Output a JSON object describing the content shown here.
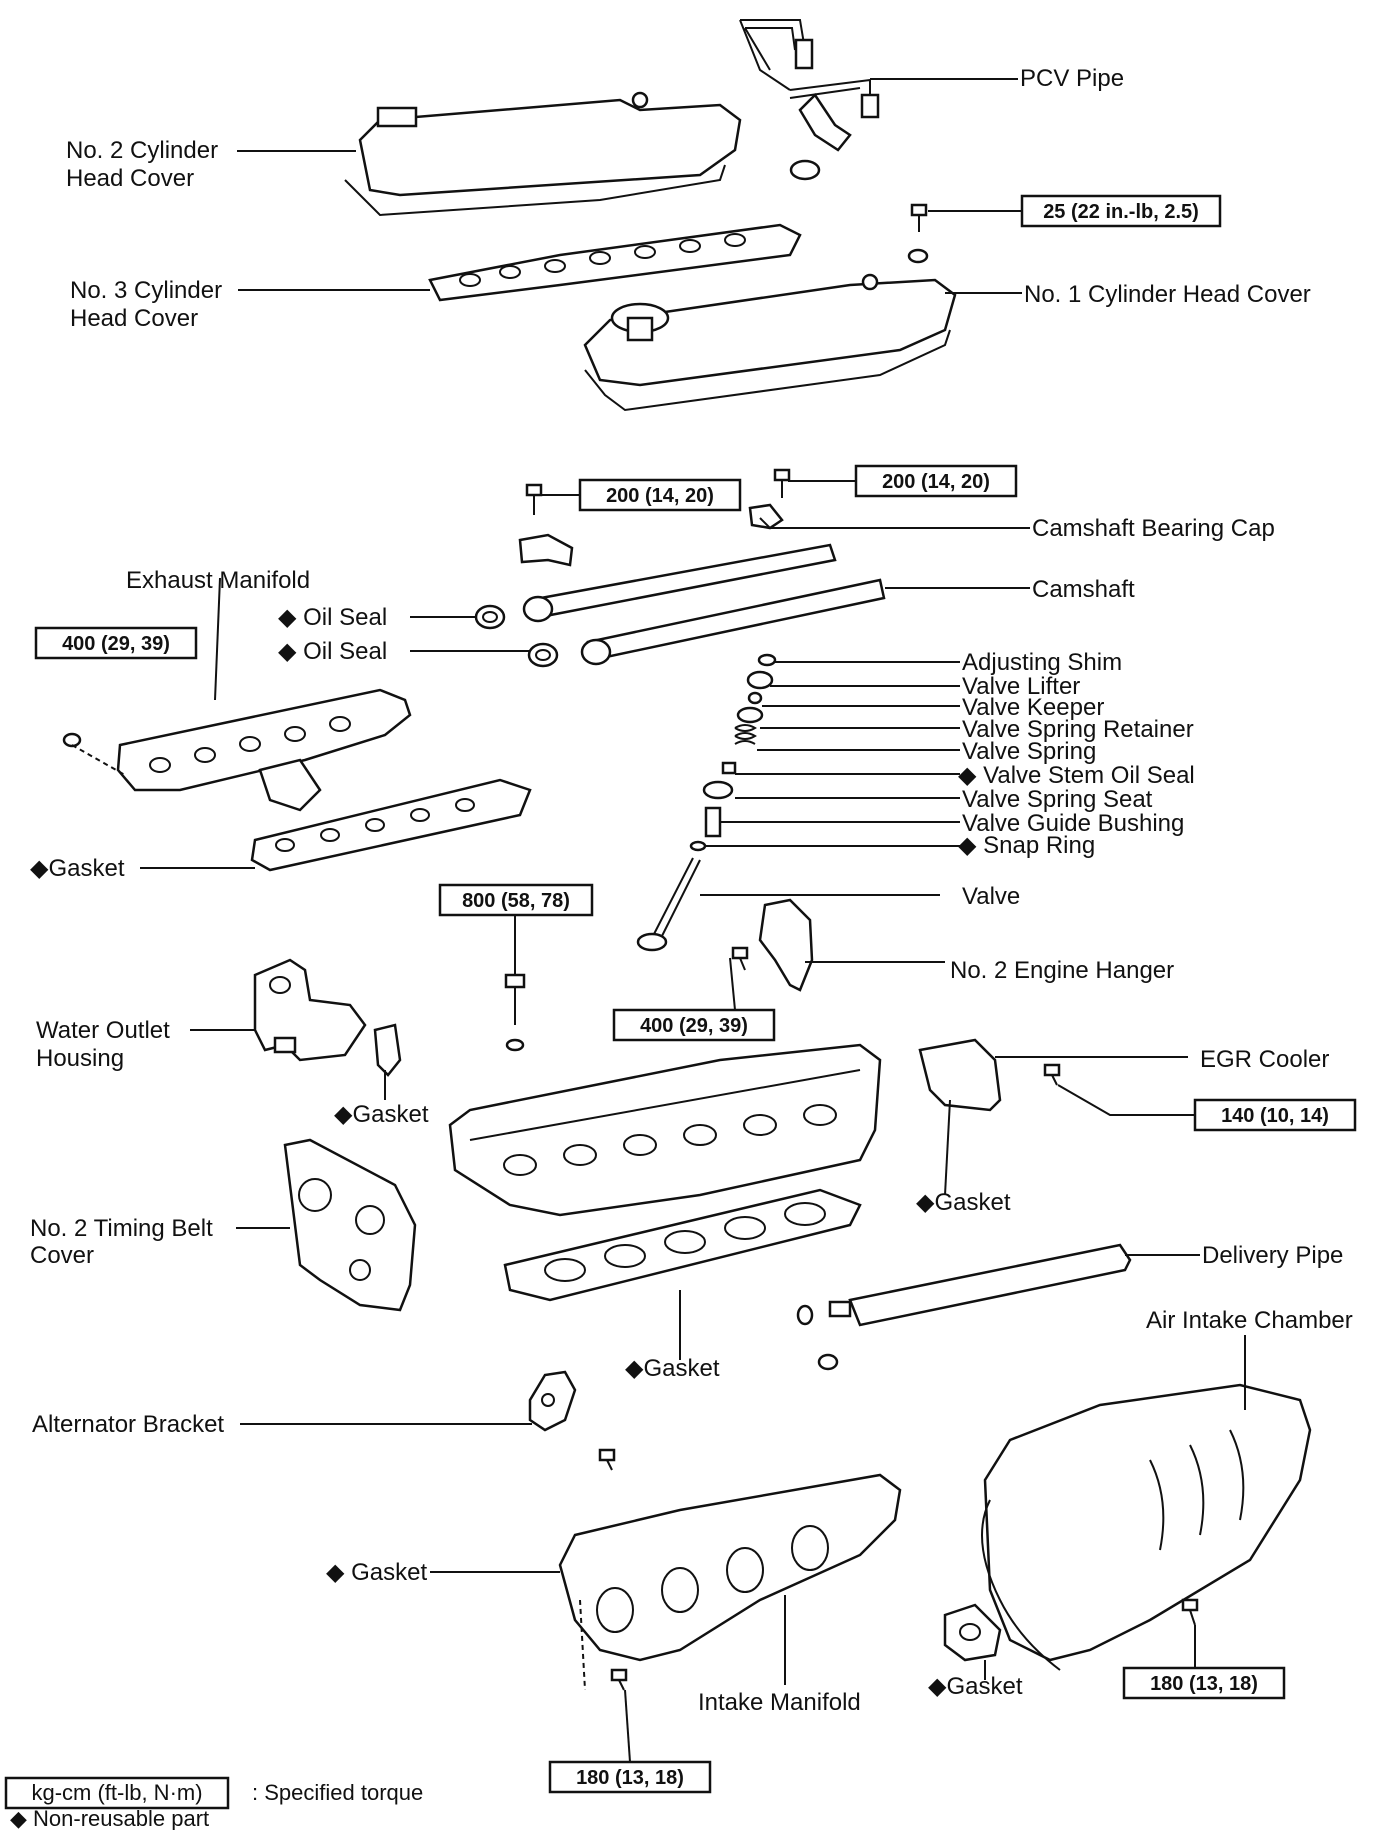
{
  "labels": {
    "pcv_pipe": "PCV Pipe",
    "no2_head_cover_l1": "No. 2 Cylinder",
    "no2_head_cover_l2": "Head Cover",
    "no3_head_cover_l1": "No. 3 Cylinder",
    "no3_head_cover_l2": "Head Cover",
    "no1_head_cover": "No. 1 Cylinder Head Cover",
    "camshaft_bearing_cap": "Camshaft Bearing Cap",
    "camshaft": "Camshaft",
    "exhaust_manifold": "Exhaust Manifold",
    "oil_seal_1": "◆ Oil Seal",
    "oil_seal_2": "◆ Oil Seal",
    "adjusting_shim": "Adjusting Shim",
    "valve_lifter": "Valve Lifter",
    "valve_keeper": "Valve Keeper",
    "valve_spring_retainer": "Valve Spring Retainer",
    "valve_spring": "Valve Spring",
    "valve_stem_oil_seal": "◆ Valve Stem Oil Seal",
    "valve_spring_seat": "Valve Spring Seat",
    "valve_guide_bushing": "Valve Guide Bushing",
    "snap_ring": "◆ Snap Ring",
    "gasket_exhaust": "◆Gasket",
    "valve": "Valve",
    "no2_engine_hanger": "No. 2 Engine Hanger",
    "water_outlet_l1": "Water Outlet",
    "water_outlet_l2": "Housing",
    "gasket_water": "◆Gasket",
    "egr_cooler": "EGR Cooler",
    "gasket_egr": "◆Gasket",
    "no2_timing_l1": "No. 2 Timing Belt",
    "no2_timing_l2": "Cover",
    "delivery_pipe": "Delivery Pipe",
    "air_intake_chamber": "Air Intake Chamber",
    "gasket_head": "◆Gasket",
    "alternator_bracket": "Alternator Bracket",
    "gasket_intake": "◆ Gasket",
    "intake_manifold": "Intake Manifold",
    "gasket_chamber": "◆Gasket"
  },
  "torques": {
    "t_cover": "25 (22 in.-lb, 2.5)",
    "t_cap_left": "200 (14, 20)",
    "t_cap_right": "200 (14, 20)",
    "t_exhaust": "400 (29, 39)",
    "t_head_bolt": "800 (58, 78)",
    "t_hanger": "400 (29, 39)",
    "t_egr": "140 (10, 14)",
    "t_intake": "180 (13, 18)",
    "t_chamber": "180 (13, 18)"
  },
  "legend": {
    "torque_unit": "kg-cm (ft-lb, N·m)",
    "torque_desc": ":  Specified torque",
    "nonreusable": "◆  Non-reusable part"
  }
}
